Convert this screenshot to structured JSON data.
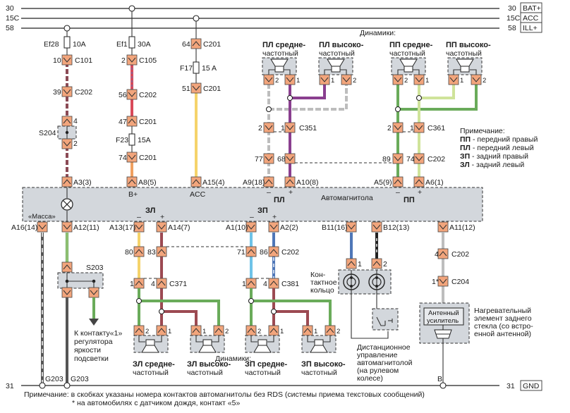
{
  "buses": [
    {
      "num": "30",
      "tag": "BAT+"
    },
    {
      "num": "15C",
      "tag": "ACC"
    },
    {
      "num": "58",
      "tag": "ILL+"
    }
  ],
  "ground_bus": {
    "num": "31",
    "tag": "GND"
  },
  "head_unit": {
    "title": "Автомагнитола",
    "mass_label": "«Масса»",
    "b_plus": "B+",
    "acc": "ACC",
    "groups": {
      "pl": "ПЛ",
      "pp": "ПП",
      "zl": "ЗЛ",
      "zp": "ЗП"
    },
    "minus": "–",
    "plus": "+"
  },
  "pins_top": [
    "A3(3)",
    "A8(5)",
    "A15(4)",
    "A9(18)",
    "A10(8)",
    "A5(9)",
    "A6(1)"
  ],
  "pins_bottom": [
    "A16(14)",
    "A12(11)",
    "A13(17)",
    "A14(7)",
    "A1(10)",
    "A2(2)",
    "B11(16)",
    "B12(13)",
    "A11(12)"
  ],
  "fuses": [
    {
      "id": "Ef28",
      "rating": "10A"
    },
    {
      "id": "Ef1",
      "rating": "30A"
    },
    {
      "id": "F17",
      "rating": "15 A"
    },
    {
      "id": "F23",
      "rating": "15A"
    }
  ],
  "connectors": {
    "c101": {
      "pin": "10",
      "name": "C101"
    },
    "c202_a": {
      "pin": "39",
      "name": "C202"
    },
    "s204_4": "4",
    "s204_2": "2",
    "s204": "S204",
    "c105": {
      "pin": "2",
      "name": "C105"
    },
    "c202_b": {
      "pin": "56",
      "name": "C202"
    },
    "c201_a": {
      "pin": "47",
      "name": "C201"
    },
    "c201_b": {
      "pin": "74",
      "name": "C201"
    },
    "c201_c": {
      "pin": "64",
      "name": "C201"
    },
    "c201_d": {
      "pin": "51",
      "name": "C201"
    },
    "c351": {
      "pin_a": "2",
      "pin_b": "1",
      "name": "C351"
    },
    "c202_pl": {
      "pin_a": "77",
      "pin_b": "68"
    },
    "c361": {
      "pin_a": "2",
      "pin_b": "1",
      "name": "C361"
    },
    "c202_pp": {
      "pin_a": "89",
      "pin_b": "74",
      "name": "C202"
    },
    "c202_rear": {
      "pin_a": "80",
      "pin_b": "83",
      "pin_c": "71",
      "pin_d": "86",
      "name": "C202"
    },
    "c371": {
      "pin_a": "1",
      "pin_b": "4",
      "name": "C371"
    },
    "c381": {
      "pin_a": "1",
      "pin_b": "4",
      "name": "C381"
    },
    "s203": "S203",
    "c202_ant": {
      "pin": "4",
      "name": "C202"
    },
    "c204": {
      "pin": "1*",
      "name": "C204"
    },
    "ring_pins": [
      "1",
      "2"
    ]
  },
  "speakers_top": {
    "heading": "Динамики:",
    "items": [
      {
        "line1": "ПЛ средне-",
        "line2": "частотный",
        "pins": [
          "2",
          "1"
        ]
      },
      {
        "line1": "ПЛ высоко-",
        "line2": "частотный",
        "pins": [
          "1",
          "2"
        ]
      },
      {
        "line1": "ПП средне-",
        "line2": "частотный",
        "pins": [
          "2",
          "1"
        ]
      },
      {
        "line1": "ПП высоко-",
        "line2": "частотный",
        "pins": [
          "1",
          "2"
        ]
      }
    ]
  },
  "speakers_bottom": {
    "heading": "Динамики:",
    "items": [
      {
        "line1": "ЗЛ средне-",
        "line2": "частотный",
        "pins": [
          "2",
          "1"
        ]
      },
      {
        "line1": "ЗЛ высоко-",
        "line2": "частотный",
        "pins": [
          "1",
          "2"
        ]
      },
      {
        "line1": "ЗП средне-",
        "line2": "частотный",
        "pins": [
          "2",
          "1"
        ]
      },
      {
        "line1": "ЗП высоко-",
        "line2": "частотный",
        "pins": [
          "1",
          "2"
        ]
      }
    ]
  },
  "legend_note": {
    "title": "Примечание:",
    "lines": [
      {
        "abbr": "ПП",
        "text": " - передний правый"
      },
      {
        "abbr": "ПЛ",
        "text": " - передний левый"
      },
      {
        "abbr": "ЗП",
        "text": " - задний правый"
      },
      {
        "abbr": "ЗЛ",
        "text": " - задний левый"
      }
    ]
  },
  "dimmer_note": [
    "К контакту«1»",
    "регулятора",
    "яркости",
    "подсветки"
  ],
  "contact_ring": [
    "Кон-",
    "тактное",
    "кольцо"
  ],
  "remote_control": [
    "Дистанционное",
    "управление",
    "автомагнитолой",
    "(на рулевом",
    "колесе)"
  ],
  "antenna": {
    "amp_line1": "Антенный",
    "amp_line2": "усилитель",
    "desc": [
      "Нагревательный",
      "элемент заднего",
      "стекла (со встро-",
      "енной антенной)"
    ]
  },
  "grounds": {
    "g203_a": "G203",
    "g203_b": "G203",
    "b": "B"
  },
  "footnotes": [
    "Примечание: в скобках указаны номера контактов автомагнитолы без RDS (системы приема текстовых сообщений)",
    "* на автомобилях с датчиком дождя, контакт «5»"
  ],
  "wire_colors": {
    "brown_white": "#8b4a55",
    "red_blue": "#d94a5a",
    "orange": "#f0a060",
    "yellow": "#f5d36b",
    "gray": "#bdbdbd",
    "purple": "#8a3f8f",
    "green": "#6aab5a",
    "light_green": "#cfe39a",
    "maroon": "#9c4a52",
    "cyan": "#6ec3e8",
    "blue": "#4f77b8",
    "dark_gray": "#555555"
  }
}
